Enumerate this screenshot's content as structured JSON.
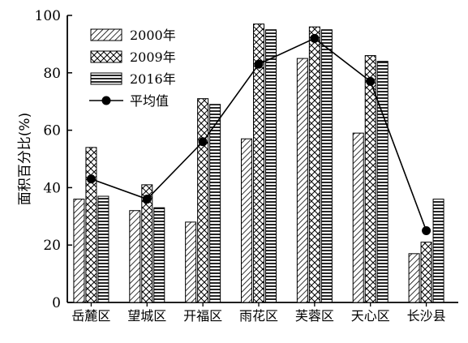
{
  "chart_data": {
    "type": "bar",
    "ylabel": "面积百分比(%)",
    "ylim": [
      0,
      100
    ],
    "yticks": [
      "0",
      "20",
      "40",
      "60",
      "80",
      "100"
    ],
    "categories": [
      "岳麓区",
      "望城区",
      "开福区",
      "雨花区",
      "芙蓉区",
      "天心区",
      "长沙县"
    ],
    "series": [
      {
        "name": "2000年",
        "type": "bar",
        "pattern": "diagonal-hatch",
        "values": [
          36,
          32,
          28,
          57,
          85,
          59,
          17
        ]
      },
      {
        "name": "2009年",
        "type": "bar",
        "pattern": "cross-hatch",
        "values": [
          54,
          41,
          71,
          97,
          96,
          86,
          21
        ]
      },
      {
        "name": "2016年",
        "type": "bar",
        "pattern": "horizontal-lines",
        "values": [
          37,
          33,
          69,
          95,
          95,
          84,
          36
        ]
      },
      {
        "name": "平均值",
        "type": "line",
        "marker": "circle",
        "values": [
          43,
          36,
          56,
          83,
          92,
          77,
          25
        ]
      }
    ],
    "legend_position": "top-left",
    "grid": false
  }
}
